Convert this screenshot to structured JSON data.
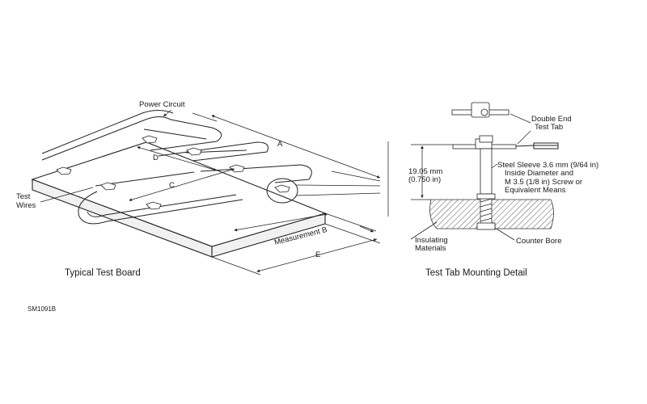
{
  "left_figure": {
    "labels": {
      "power_circuit": "Power Circuit",
      "dim_a": "A",
      "dim_b": "Measurement B",
      "dim_c": "C",
      "dim_d": "D",
      "dim_e": "E",
      "test_wires_line1": "Test",
      "test_wires_line2": "Wires"
    },
    "caption": "Typical Test Board"
  },
  "right_figure": {
    "labels": {
      "double_end_line1": "Double End",
      "double_end_line2": "Test Tab",
      "dim_mm": "19.05 mm",
      "dim_in": "(0.750 in)",
      "sleeve_line1": "Steel Sleeve 3.6 mm (9/64 in)",
      "sleeve_line2": "Inside Diameter and",
      "sleeve_line3": "M 3.5 (1/8 in) Screw or",
      "sleeve_line4": "Equivalent Means",
      "insulating_line1": "Insulating",
      "insulating_line2": "Materials",
      "counter_bore": "Counter Bore"
    },
    "caption": "Test Tab Mounting Detail"
  },
  "figure_code": "SM1091B"
}
